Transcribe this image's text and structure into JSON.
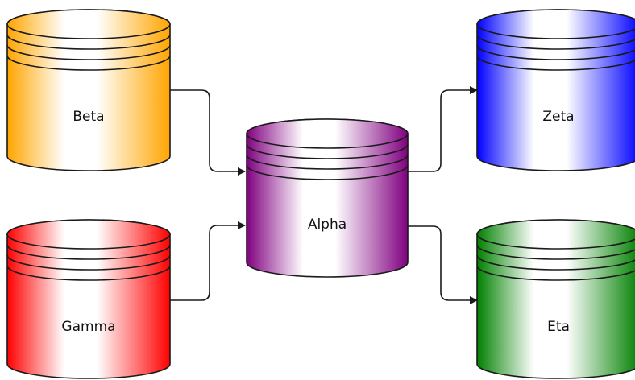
{
  "diagram": {
    "nodes": [
      {
        "id": "beta",
        "label": "Beta",
        "shape": "database-cylinder",
        "color": "#ffa500"
      },
      {
        "id": "gamma",
        "label": "Gamma",
        "shape": "database-cylinder",
        "color": "#ff0000"
      },
      {
        "id": "alpha",
        "label": "Alpha",
        "shape": "database-cylinder",
        "color": "#800080"
      },
      {
        "id": "zeta",
        "label": "Zeta",
        "shape": "database-cylinder",
        "color": "#0000ff"
      },
      {
        "id": "eta",
        "label": "Eta",
        "shape": "database-cylinder",
        "color": "#008000"
      }
    ],
    "edges": [
      {
        "from": "beta",
        "to": "alpha"
      },
      {
        "from": "gamma",
        "to": "alpha"
      },
      {
        "from": "alpha",
        "to": "zeta"
      },
      {
        "from": "alpha",
        "to": "eta"
      }
    ],
    "edge_color": "#1a1a1a"
  }
}
